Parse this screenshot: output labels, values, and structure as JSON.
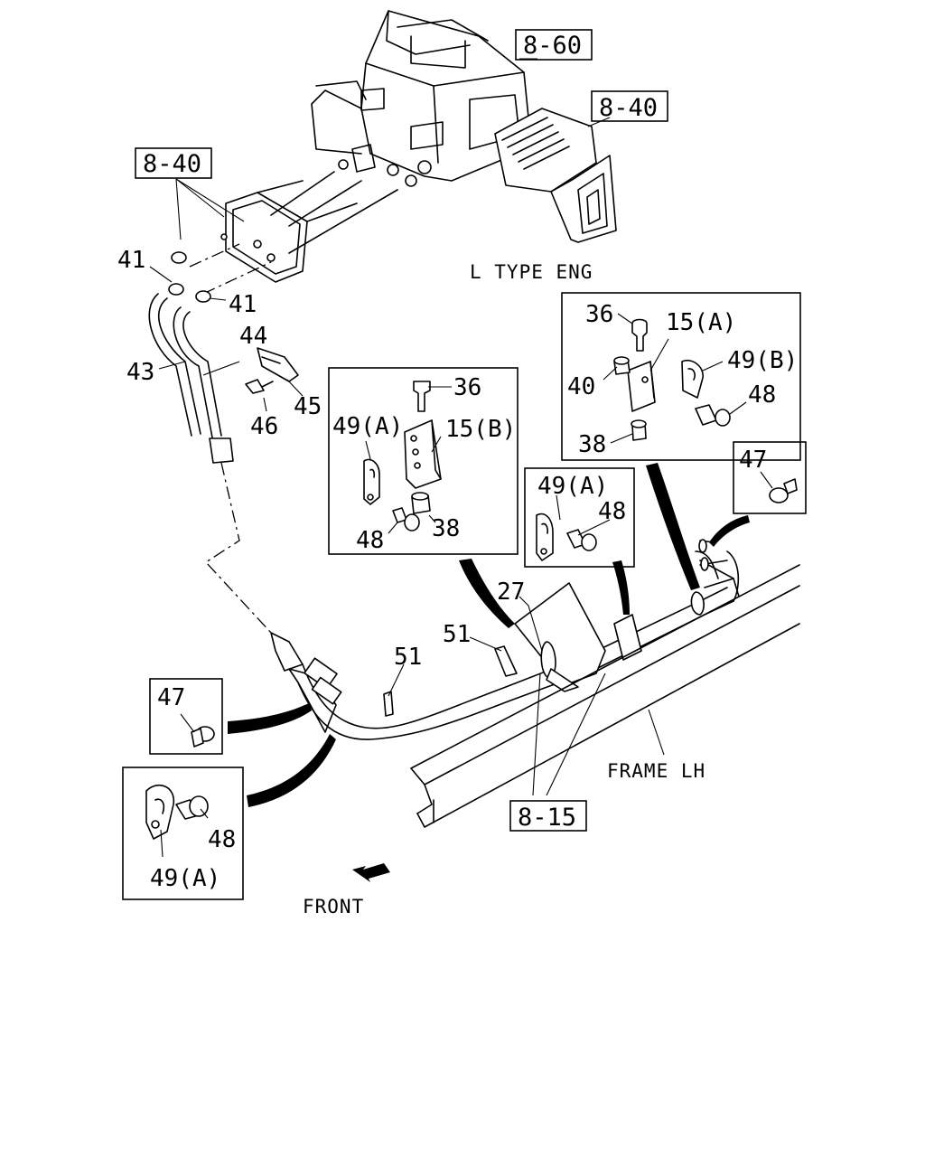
{
  "labels": {
    "ref_860": "8-60",
    "ref_840_top": "8-40",
    "ref_840_left": "8-40",
    "ref_815": "8-15",
    "l_type_eng": "L TYPE ENG",
    "frame_lh": "FRAME LH",
    "front": "FRONT",
    "p41_a": "41",
    "p41_b": "41",
    "p43": "43",
    "p44": "44",
    "p45": "45",
    "p46": "46",
    "p27": "27",
    "p51_a": "51",
    "p51_b": "51",
    "p47_left": "47",
    "p47_right": "47",
    "p48_left": "48",
    "p49a_left": "49(A)",
    "center_box": {
      "p36": "36",
      "p49a": "49(A)",
      "p15b": "15(B)",
      "p48": "48",
      "p38": "38"
    },
    "small_box": {
      "p49a": "49(A)",
      "p48": "48"
    },
    "right_box": {
      "p36": "36",
      "p15a": "15(A)",
      "p40": "40",
      "p49b": "49(B)",
      "p48": "48",
      "p38": "38"
    }
  }
}
